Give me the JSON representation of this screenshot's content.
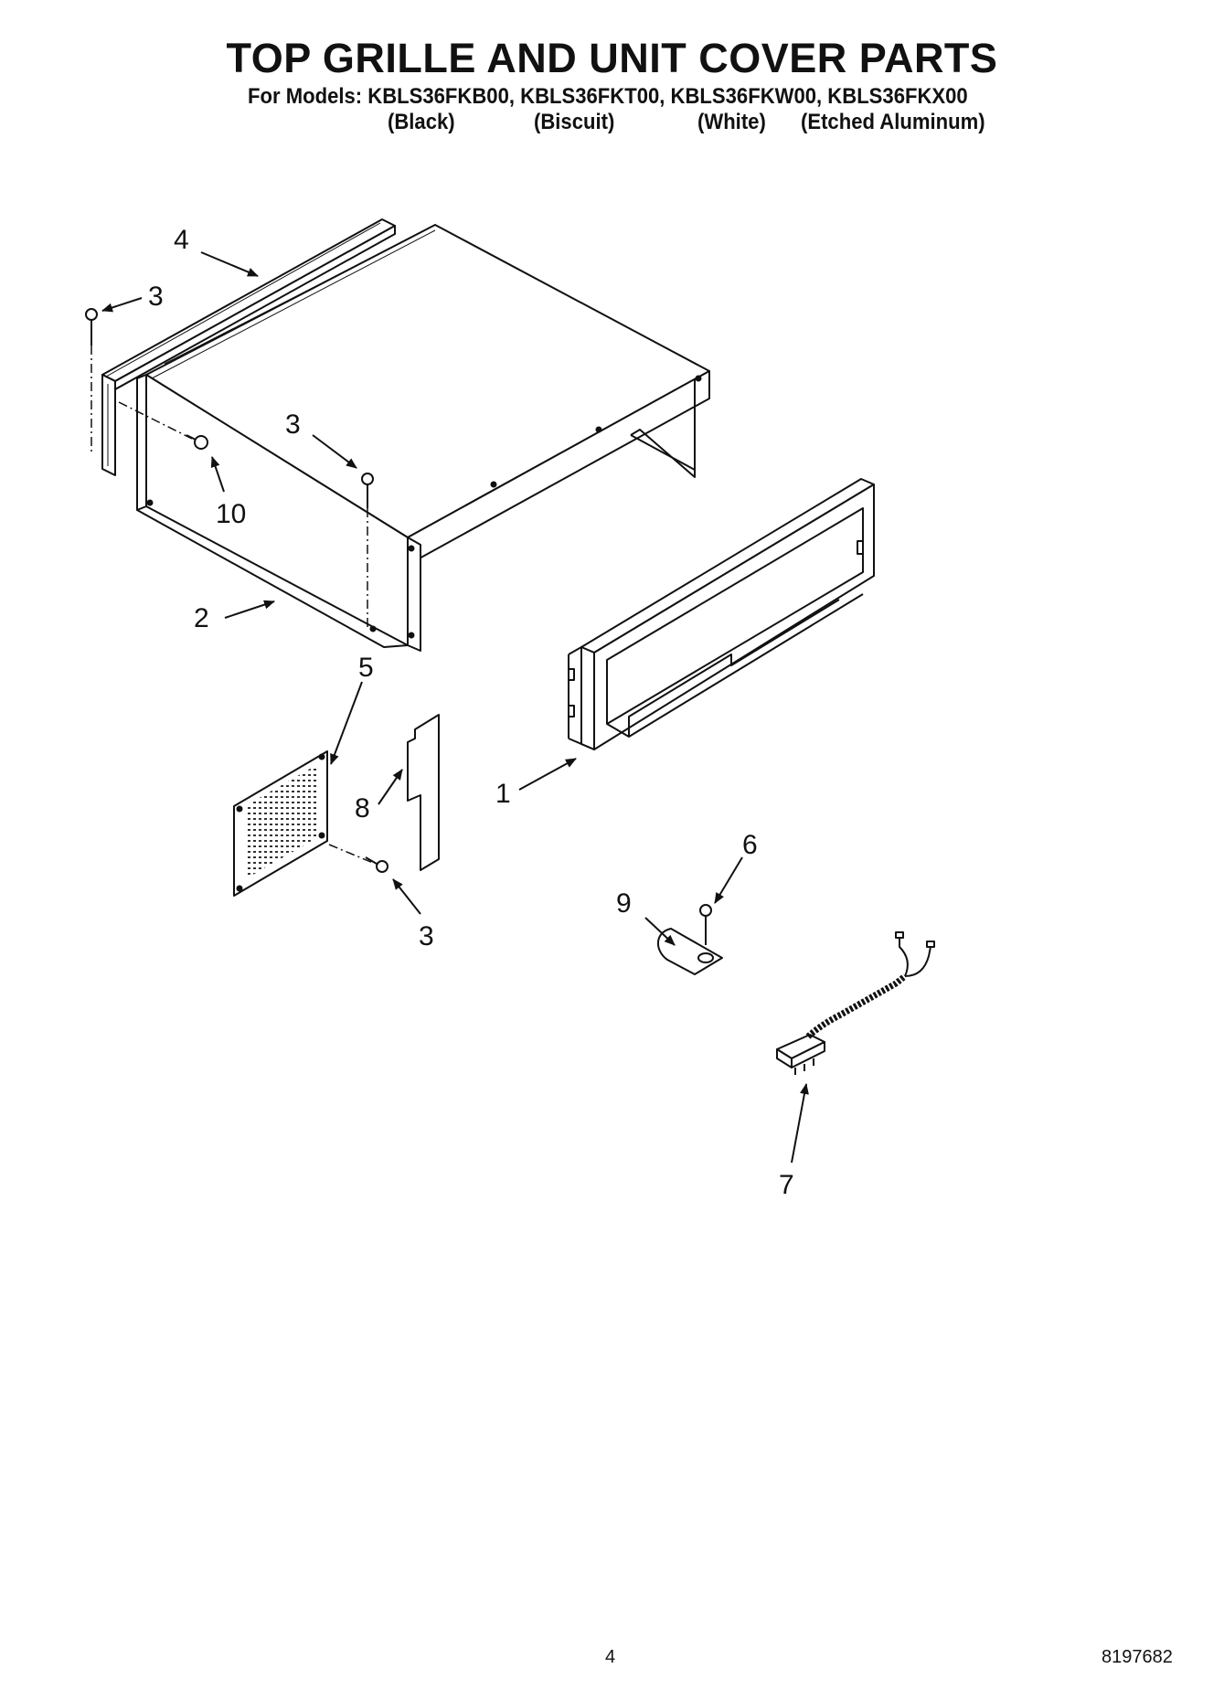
{
  "header": {
    "title": "TOP GRILLE AND UNIT COVER PARTS",
    "models_line": "For Models: KBLS36FKB00, KBLS36FKT00, KBLS36FKW00, KBLS36FKX00",
    "colors": [
      "(Black)",
      "(Biscuit)",
      "(White)",
      "(Etched Aluminum)"
    ]
  },
  "callouts": {
    "c4": "4",
    "c3a": "3",
    "c3b": "3",
    "c10": "10",
    "c2": "2",
    "c5": "5",
    "c8": "8",
    "c3c": "3",
    "c1": "1",
    "c6": "6",
    "c9": "9",
    "c7": "7"
  },
  "footer": {
    "page_number": "4",
    "document_number": "8197682"
  }
}
